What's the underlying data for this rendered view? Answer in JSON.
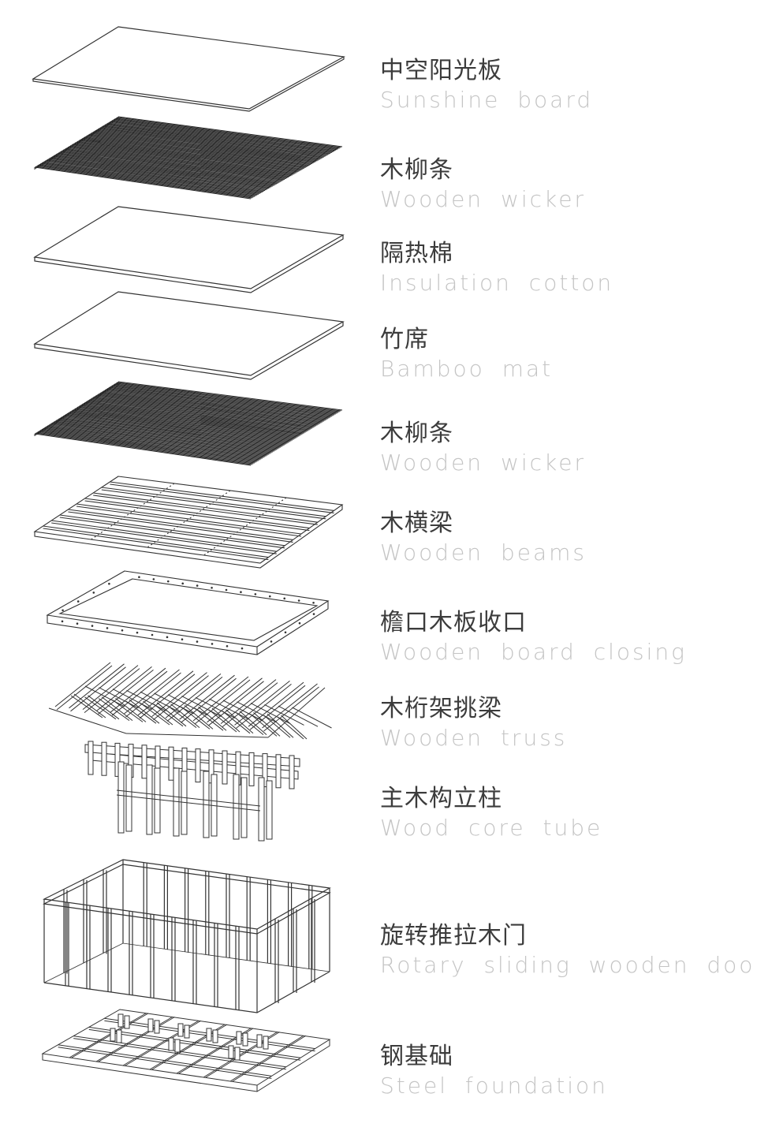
{
  "layers": [
    {
      "id": "sunshine-board",
      "cn": "中空阳光板",
      "en": "Sunshine board"
    },
    {
      "id": "wooden-wicker-upper",
      "cn": "木柳条",
      "en": "Wooden wicker"
    },
    {
      "id": "insulation-cotton",
      "cn": "隔热棉",
      "en": "Insulation cotton"
    },
    {
      "id": "bamboo-mat",
      "cn": "竹席",
      "en": "Bamboo mat"
    },
    {
      "id": "wooden-wicker-lower",
      "cn": "木柳条",
      "en": "Wooden wicker"
    },
    {
      "id": "wooden-beams",
      "cn": "木横梁",
      "en": "Wooden beams"
    },
    {
      "id": "wooden-board-closing",
      "cn": "檐口木板收口",
      "en": "Wooden board closing"
    },
    {
      "id": "wooden-truss",
      "cn": "木桁架挑梁",
      "en": "Wooden truss"
    },
    {
      "id": "wood-core-tube",
      "cn": "主木构立柱",
      "en": "Wood core tube"
    },
    {
      "id": "rotary-sliding-wooden-door",
      "cn": "旋转推拉木门",
      "en": "Rotary sliding wooden door"
    },
    {
      "id": "steel-foundation",
      "cn": "钢基础",
      "en": "Steel foundation"
    }
  ],
  "colors": {
    "line": "#333333",
    "label_cn": "#3c3c3c",
    "label_en": "#c4c4c4",
    "background": "#ffffff"
  }
}
